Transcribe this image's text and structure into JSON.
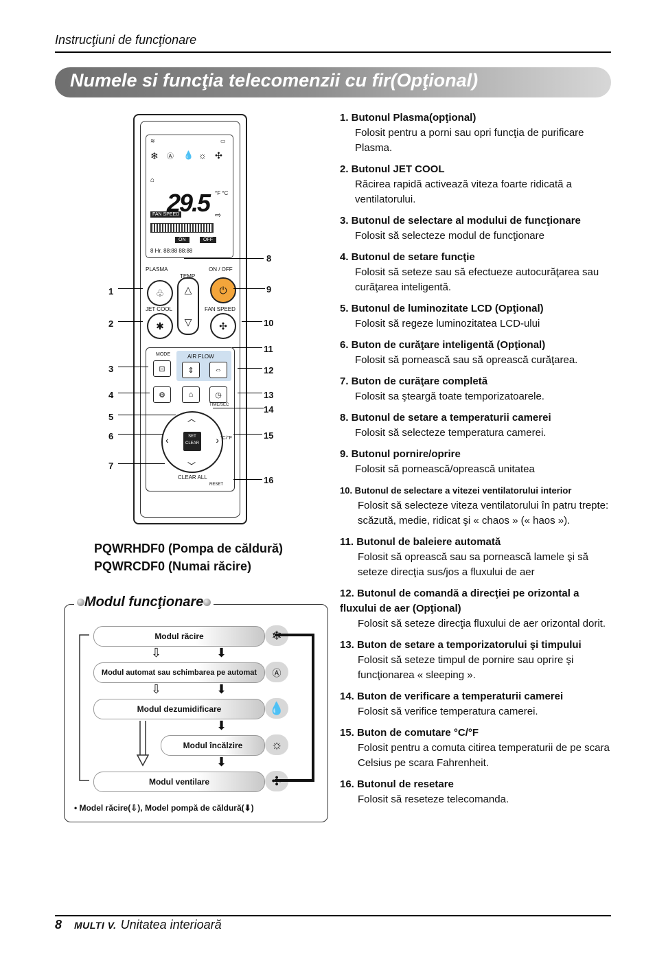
{
  "header": "Instrucţiuni de funcţionare",
  "title": "Numele si funcţia telecomenzii cu fir(Opţional)",
  "remote": {
    "lcd_temp": "29.5",
    "lcd_unit": "°F °C",
    "lcd_fan_speed": "FAN SPEED",
    "lcd_on": "ON",
    "lcd_off": "OFF",
    "lcd_time": "8 Hr. 88:88 88:88",
    "plasma": "PLASMA",
    "temp": "TEMP",
    "onoff": "ON / OFF",
    "jet_cool": "JET COOL",
    "fan_speed": "FAN SPEED",
    "mode": "MODE",
    "air_flow": "AIR FLOW",
    "timer": "TIME/SEC",
    "set": "SET",
    "clear": "CLEAR",
    "clear_all": "CLEAR ALL",
    "reset": "RESET",
    "cf": "°C/°F"
  },
  "callouts": [
    "1",
    "2",
    "3",
    "4",
    "5",
    "6",
    "7",
    "8",
    "9",
    "10",
    "11",
    "12",
    "13",
    "14",
    "15",
    "16"
  ],
  "models": [
    "PQWRHDF0 (Pompa de căldură)",
    "PQWRCDF0 (Numai răcire)"
  ],
  "mode_section": {
    "title": "Modul funcţionare",
    "modes": [
      "Modul răcire",
      "Modul automat sau schimbarea pe automat",
      "Modul dezumidificare",
      "Modul încălzire",
      "Modul ventilare"
    ],
    "note": "• Model răcire(⇩), Model pompă de căldură(⬇)"
  },
  "items": [
    {
      "title": "1.  Butonul Plasma(opţional)",
      "desc": "Folosit pentru a porni sau opri funcţia de purificare Plasma."
    },
    {
      "title": "2.  Butonul JET COOL",
      "desc": "Răcirea rapidă activează viteza foarte ridicată a ventilatorului."
    },
    {
      "title": "3.  Butonul de selectare al modului de funcţionare",
      "desc": "Folosit să selecteze modul de funcţionare"
    },
    {
      "title": "4.  Butonul de setare funcţie",
      "desc": "Folosit să seteze sau să efectueze autocurăţarea sau curăţarea inteligentă."
    },
    {
      "title": "5.  Butonul de luminozitate LCD (Opţional)",
      "desc": "Folosit să regeze luminozitatea LCD-ului"
    },
    {
      "title": "6.  Buton de curăţare inteligentă (Opţional)",
      "desc": "Folosit să pornească sau să oprească curăţarea."
    },
    {
      "title": "7.  Buton de curăţare completă",
      "desc": "Folosit sa şteargă toate temporizatoarele."
    },
    {
      "title": "8.  Butonul de setare a temperaturii camerei",
      "desc": "Folosit să selecteze temperatura camerei."
    },
    {
      "title": "9.  Butonul pornire/oprire",
      "desc": "Folosit să pornească/oprească unitatea"
    },
    {
      "title": "10. Butonul de selectare a vitezei ventilatorului interior",
      "desc": "Folosit să selecteze viteza ventilatorului în patru trepte: scăzută, medie, ridicat şi « chaos » (« haos »)."
    },
    {
      "title": "11. Butonul de baleiere automată",
      "desc": "Folosit să oprească sau sa pornească lamele şi să seteze direcţia sus/jos a fluxului de aer"
    },
    {
      "title": "12. Butonul de comandă a direcţiei pe orizontal a fluxului de aer (Opţional)",
      "desc": "Folosit să seteze direcţia fluxului de aer orizontal dorit."
    },
    {
      "title": "13. Buton de setare a temporizatorului şi timpului",
      "desc": "Folosit să seteze timpul de pornire sau oprire şi funcţionarea « sleeping »."
    },
    {
      "title": "14. Buton de verificare a temperaturii camerei",
      "desc": "Folosit să verifice temperatura camerei."
    },
    {
      "title": "15. Buton de comutare °C/°F",
      "desc": "Folosit pentru a comuta citirea temperaturii de pe scara Celsius pe scara Fahrenheit."
    },
    {
      "title": "16. Butonul de resetare",
      "desc": "Folosit să reseteze telecomanda."
    }
  ],
  "footer": {
    "page": "8",
    "logo": "MULTI V.",
    "text": "Unitatea interioară"
  }
}
